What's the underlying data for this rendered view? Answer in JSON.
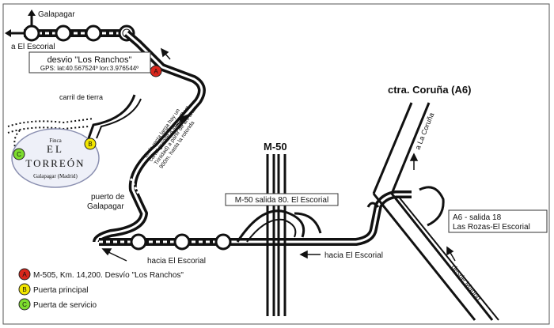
{
  "labels": {
    "galapagar_top": "Galapagar",
    "el_escorial_top": "a El Escorial",
    "desvio_title": "desvio \"Los Ranchos\"",
    "gps": "GPS: lat:40.567524º lon:3.976544º",
    "carril": "carril de tierra",
    "recta_note_lines": [
      "En la recta larga hay un",
      "cartel grande a la izq (Rest.",
      "Trinidad) a partir de ahi unos",
      "900m. hasta la rotonda"
    ],
    "puerto_line1": "puerto de",
    "puerto_line2": "Galapagar",
    "m50": "M-50",
    "m50_exit": "M-50 salida 80. El Escorial",
    "ctra_coruna": "ctra. Coruña (A6)",
    "a_la_coruna": "a La Coruña",
    "a6_exit_line1": "A6 - salida 18",
    "a6_exit_line2": "Las Rozas-El Escorial",
    "desde_madrid": "desde Madrid",
    "hacia_escorial_left": "hacia El Escorial",
    "hacia_escorial_mid": "hacia El Escorial"
  },
  "finca": {
    "top": "Finca",
    "name_line1": "EL",
    "name_line2": "TORREÓN",
    "bottom": "Galapagar (Madrid)"
  },
  "markers": [
    {
      "letter": "A",
      "color": "#d9261c"
    },
    {
      "letter": "B",
      "color": "#f2e600"
    },
    {
      "letter": "C",
      "color": "#7ddc2e"
    }
  ],
  "legend": [
    {
      "letter": "A",
      "color": "#d9261c",
      "text": "M-505, Km. 14,200. Desvío \"Los Ranchos\""
    },
    {
      "letter": "B",
      "color": "#f2e600",
      "text": "Puerta principal"
    },
    {
      "letter": "C",
      "color": "#7ddc2e",
      "text": "Puerta de servicio"
    }
  ]
}
